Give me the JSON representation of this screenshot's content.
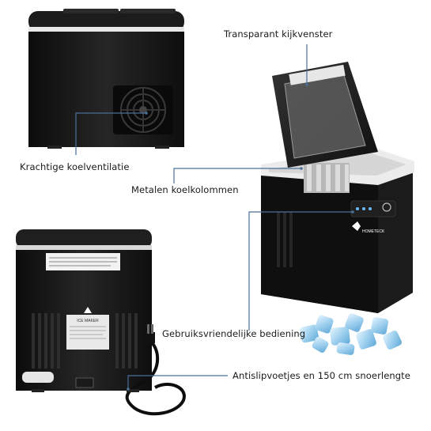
{
  "callouts": {
    "window": "Transparant kijkvenster",
    "fan": "Krachtige koelventilatie",
    "columns": "Metalen koelkolommen",
    "controls": "Gebruiksvriendelijke bediening",
    "feet": "Antislipvoetjes en 150 cm snoerlengte"
  },
  "product": {
    "brand": "HOMETECK",
    "rating_plate_title": "ICE MAKER"
  },
  "colors": {
    "body": "#141414",
    "accent_trim": "#e8e8e8",
    "leader_line": "#4a6f96",
    "ice": "#a9d4ef"
  }
}
